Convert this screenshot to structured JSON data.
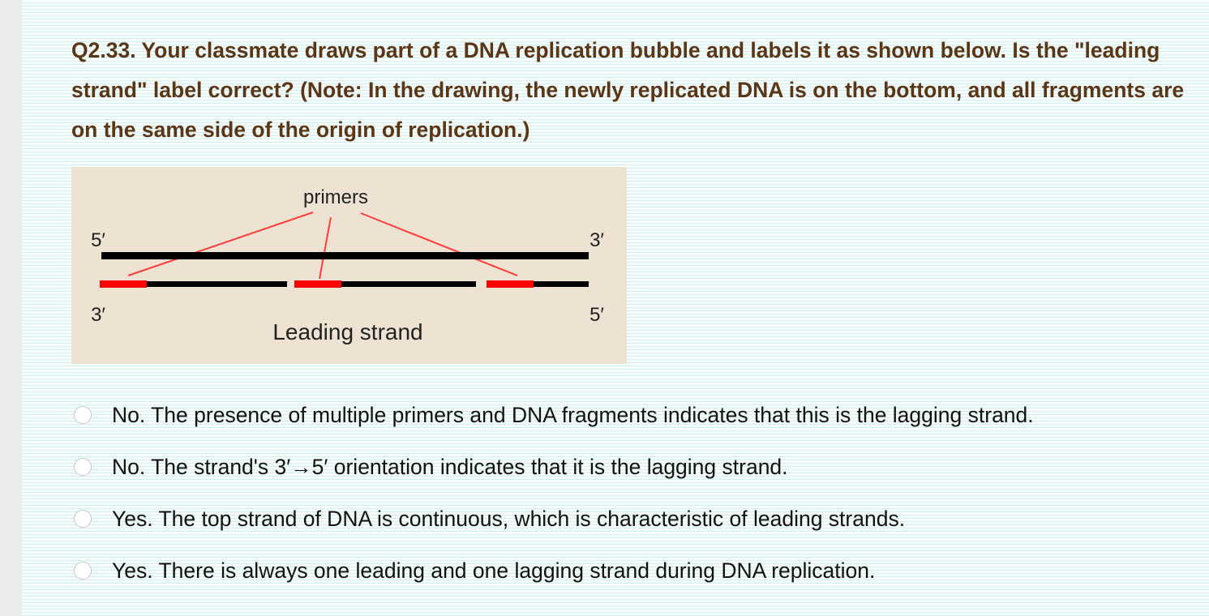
{
  "question": {
    "text": "Q2.33. Your classmate draws part of a DNA replication bubble and labels it as shown below. Is the \"leading strand\" label correct? (Note: In the drawing, the newly replicated DNA is on the bottom, and all fragments are on the same side of the origin of replication.)"
  },
  "figure": {
    "primers_label": "primers",
    "leading_strand_label": "Leading strand",
    "top_left_end": "5′",
    "top_right_end": "3′",
    "bottom_left_end": "3′",
    "bottom_right_end": "5′",
    "colors": {
      "background": "#eee3d2",
      "strand": "#000000",
      "primer": "#ff0000",
      "pointer_line": "#ff3b3b"
    }
  },
  "options": [
    {
      "label": "No. The presence of multiple primers and DNA fragments indicates that this is the lagging strand."
    },
    {
      "label": "No. The strand's 3′→5′ orientation indicates that it is the lagging strand."
    },
    {
      "label": "Yes. The top strand of DNA is continuous, which is characteristic of leading strands."
    },
    {
      "label": "Yes. There is always one leading and one lagging strand during DNA replication."
    }
  ]
}
